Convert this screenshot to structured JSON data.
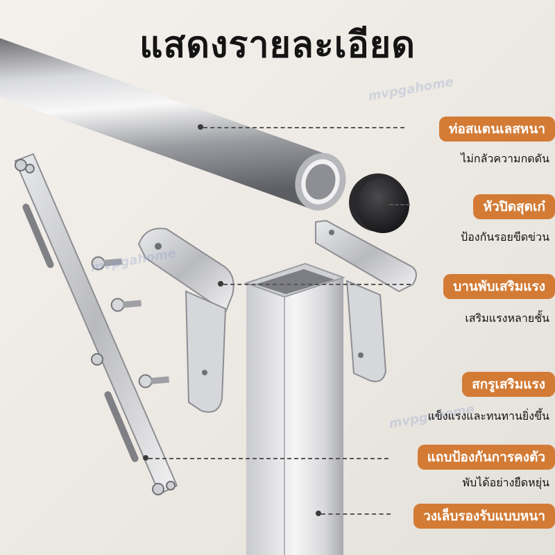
{
  "title": "แสดงรายละเอียด",
  "features": [
    {
      "label": "ท่อสแตนเลสหนา",
      "sub": "ไม่กลัวความกดดัน"
    },
    {
      "label": "หัวปิดสุดเก๋",
      "sub": "ป้องกันรอยขีดข่วน"
    },
    {
      "label": "บานพับเสริมแรง",
      "sub": "เสริมแรงหลายชั้น"
    },
    {
      "label": "สกรูเสริมแรง",
      "sub": "แข็งแรงและทนทานยิ่งขึ้น"
    },
    {
      "label": "แถบป้องกันการคงตัว",
      "sub": "พับได้อย่างยืดหยุ่น"
    },
    {
      "label": "วงเล็บรองรับแบบหนา",
      "sub": ""
    }
  ]
}
